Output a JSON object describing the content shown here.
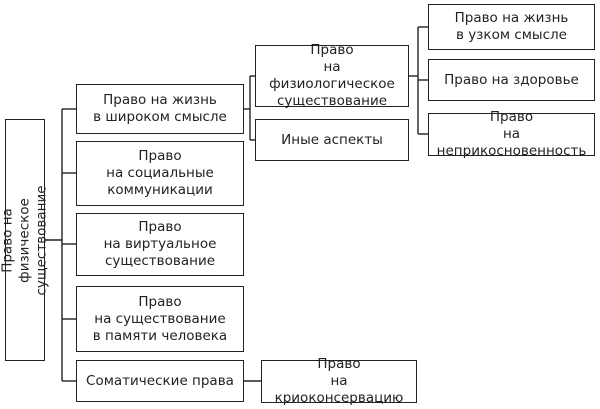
{
  "diagram": {
    "root": "Право на физическое\nсуществование",
    "level1": {
      "broad": "Право на жизнь\nв широком смысле",
      "social": "Право\nна социальные\nкоммуникации",
      "virtual": "Право\nна виртуальное\nсуществование",
      "memory": "Право\nна существование\nв памяти человека",
      "somatic": "Соматические права"
    },
    "level2": {
      "physio": "Право\nна физиологическое\nсуществование",
      "other": "Иные аспекты",
      "cryo": "Право\nна криоконсервацию"
    },
    "level3": {
      "narrow": "Право на жизнь\nв узком смысле",
      "health": "Право на здоровье",
      "inviolability": "Право\nна неприкосновенность"
    }
  }
}
